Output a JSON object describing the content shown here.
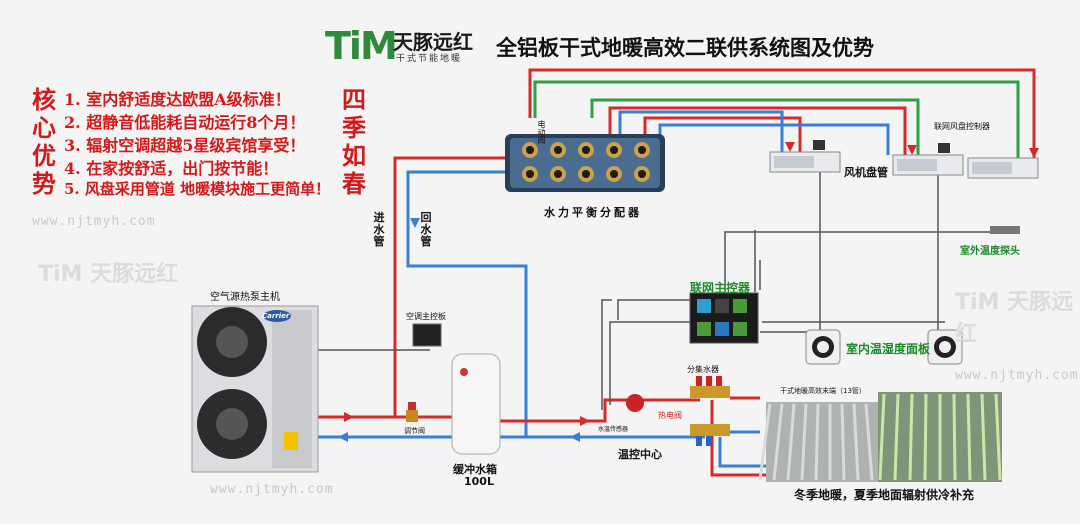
{
  "logo": {
    "brand": "TiM",
    "name_cn": "天豚远红",
    "tagline": "干式节能地暖"
  },
  "title": "全铝板干式地暖高效二联供系统图及优势",
  "core_label": [
    "核",
    "心",
    "优",
    "势"
  ],
  "seasons_label": [
    "四",
    "季",
    "如",
    "春"
  ],
  "advantages": [
    "1. 室内舒适度达欧盟A级标准！",
    "2. 超静音低能耗自动运行8个月！",
    "3. 辐射空调超越5星级宾馆享受！",
    "4. 在家按舒适，出门按节能！",
    "5. 风盘采用管道 地暖模块施工更简单！"
  ],
  "labels": {
    "distributor": "水力平衡分配器",
    "electric_valve": "电动阀",
    "inlet_pipe": [
      "进",
      "水",
      "管"
    ],
    "return_pipe": [
      "回",
      "水",
      "管"
    ],
    "fan_coil": "风机盘管",
    "fan_coil_controller": "联网风盘控制器",
    "outdoor_probe": "室外温度探头",
    "heat_pump": "空气源热泵主机",
    "ac_panel": "空调主控板",
    "main_controller": "联网主控器",
    "indoor_panel": "室内温湿度面板",
    "manifold": "分集水器",
    "floor_end": "干式地暖高效末端（13管）",
    "thermo_valve": "热电阀",
    "water_temp_sensor": "水温传感器",
    "control_center": "温控中心",
    "regulating_valve": "调节阀",
    "buffer_tank": "缓冲水箱",
    "tank_volume": "100L",
    "pump_brand": "Carrier",
    "seasonal": "冬季地暖，夏季地面辐射供冷补充"
  },
  "watermarks": [
    "www.njtmyh.com",
    "www.njtmyh.com",
    "www.njtmyh.com"
  ],
  "watermark_logo": "TiM 天豚远红",
  "colors": {
    "supply": "#d42a2a",
    "return": "#3a7fd0",
    "control": "#2ea043",
    "signal": "#555555"
  }
}
